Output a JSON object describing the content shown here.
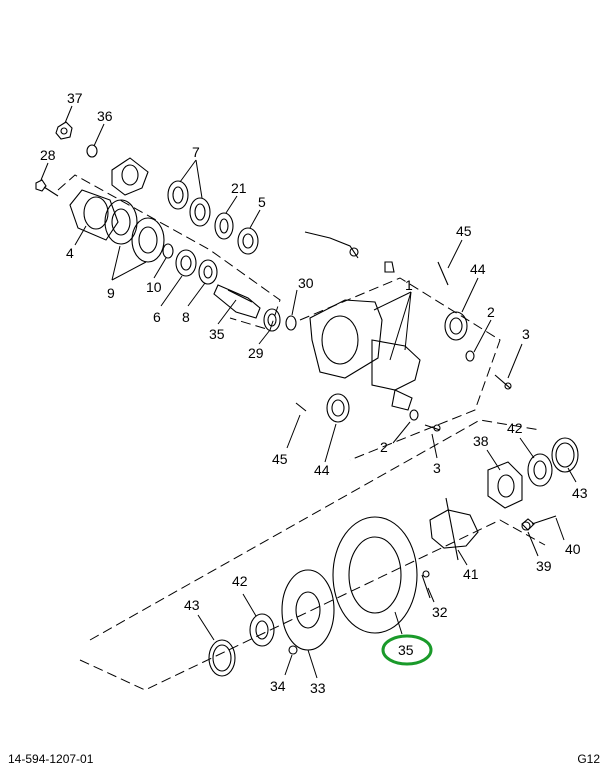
{
  "callouts": [
    {
      "id": "37",
      "text": "37"
    },
    {
      "id": "36",
      "text": "36"
    },
    {
      "id": "28",
      "text": "28"
    },
    {
      "id": "7",
      "text": "7"
    },
    {
      "id": "21",
      "text": "21"
    },
    {
      "id": "5",
      "text": "5"
    },
    {
      "id": "4",
      "text": "4"
    },
    {
      "id": "9",
      "text": "9"
    },
    {
      "id": "10",
      "text": "10"
    },
    {
      "id": "6",
      "text": "6"
    },
    {
      "id": "8",
      "text": "8"
    },
    {
      "id": "35a",
      "text": "35"
    },
    {
      "id": "30",
      "text": "30"
    },
    {
      "id": "29",
      "text": "29"
    },
    {
      "id": "1",
      "text": "1"
    },
    {
      "id": "45a",
      "text": "45"
    },
    {
      "id": "44a",
      "text": "44"
    },
    {
      "id": "2a",
      "text": "2"
    },
    {
      "id": "3a",
      "text": "3"
    },
    {
      "id": "45b",
      "text": "45"
    },
    {
      "id": "44b",
      "text": "44"
    },
    {
      "id": "2b",
      "text": "2"
    },
    {
      "id": "3b",
      "text": "3"
    },
    {
      "id": "38",
      "text": "38"
    },
    {
      "id": "42a",
      "text": "42"
    },
    {
      "id": "43a",
      "text": "43"
    },
    {
      "id": "40",
      "text": "40"
    },
    {
      "id": "39",
      "text": "39"
    },
    {
      "id": "41",
      "text": "41"
    },
    {
      "id": "32",
      "text": "32"
    },
    {
      "id": "35b",
      "text": "35"
    },
    {
      "id": "42b",
      "text": "42"
    },
    {
      "id": "43b",
      "text": "43"
    },
    {
      "id": "34",
      "text": "34"
    },
    {
      "id": "33",
      "text": "33"
    }
  ],
  "highlight": {
    "callout": "35b",
    "color": "#1a9a2a"
  },
  "footer": {
    "left": "14-594-1207-01",
    "right": "G12"
  }
}
